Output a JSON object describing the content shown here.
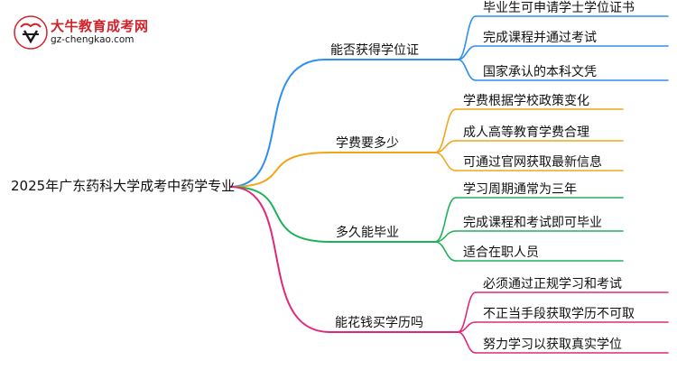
{
  "logo": {
    "title": "大牛教育成考网",
    "url": "gz-chengkao.com",
    "icon": "ox-logo-icon",
    "colors": {
      "primary": "#d2232a",
      "secondary": "#1a1a1a"
    }
  },
  "root": {
    "label": "2025年广东药科大学成考中药学专业"
  },
  "branches": [
    {
      "label": "能否获得学位证",
      "color": "#2f8ff0",
      "children": [
        "毕业生可申请学士学位证书",
        "完成课程并通过考试",
        "国家承认的本科文凭"
      ]
    },
    {
      "label": "学费要多少",
      "color": "#f2a516",
      "children": [
        "学费根据学校政策变化",
        "成人高等教育学费合理",
        "可通过官网获取最新信息"
      ]
    },
    {
      "label": "多久能毕业",
      "color": "#1fb15a",
      "children": [
        "学习周期通常为三年",
        "完成课程和考试即可毕业",
        "适合在职人员"
      ]
    },
    {
      "label": "能花钱买学历吗",
      "color": "#e0287a",
      "children": [
        "必须通过正规学习和考试",
        "不正当手段获取学历不可取",
        "努力学习以获取真实学位"
      ]
    }
  ]
}
